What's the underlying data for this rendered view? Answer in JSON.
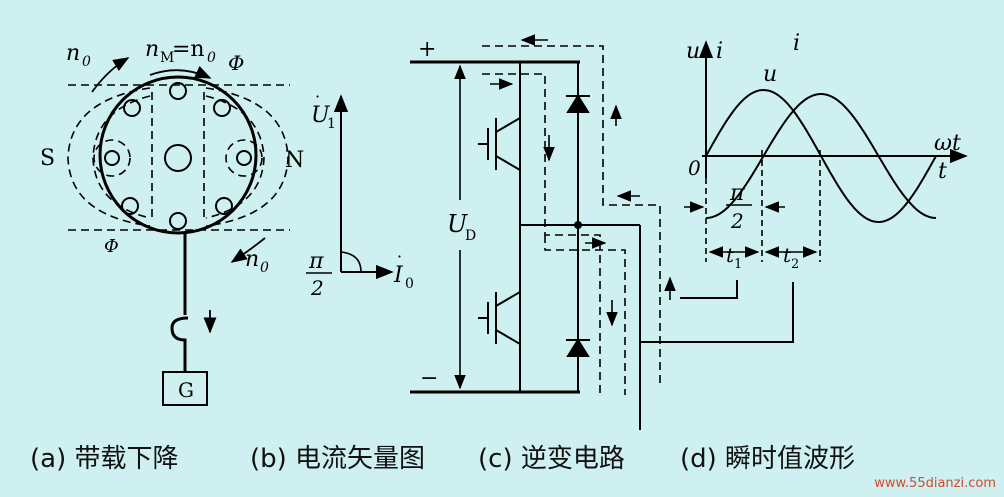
{
  "panel_a": {
    "n0_top": "n",
    "n0_top_sub": "0",
    "nm_eq_n0": "n",
    "nm_sub": "M",
    "nm_eq": "=n",
    "nm_eq_sub": "0",
    "phi_top": "Φ",
    "phi_bottom": "Φ",
    "s_pole": "S",
    "n_pole": "N",
    "n0_bottom": "n",
    "n0_bottom_sub": "0",
    "generator": "G"
  },
  "panel_b": {
    "u1": "U",
    "u1_sub": "1",
    "i0": "I",
    "i0_sub": "0",
    "pi": "π",
    "two": "2"
  },
  "panel_c": {
    "plus": "+",
    "minus": "−",
    "ud": "U",
    "ud_sub": "D"
  },
  "panel_d": {
    "u_axis": "u",
    "i_axis": "i",
    "i_label": "i",
    "u_label": "u",
    "omega_t": "ωt",
    "t_axis": "t",
    "origin": "0",
    "pi": "π",
    "two": "2",
    "t1": "t",
    "t1_sub": "1",
    "t2": "t",
    "t2_sub": "2"
  },
  "captions": {
    "a": "(a) 带载下降",
    "b": "(b) 电流矢量图",
    "c": "(c) 逆变电路",
    "d": "(d) 瞬时值波形"
  },
  "watermark": "www.55dianzi.com"
}
